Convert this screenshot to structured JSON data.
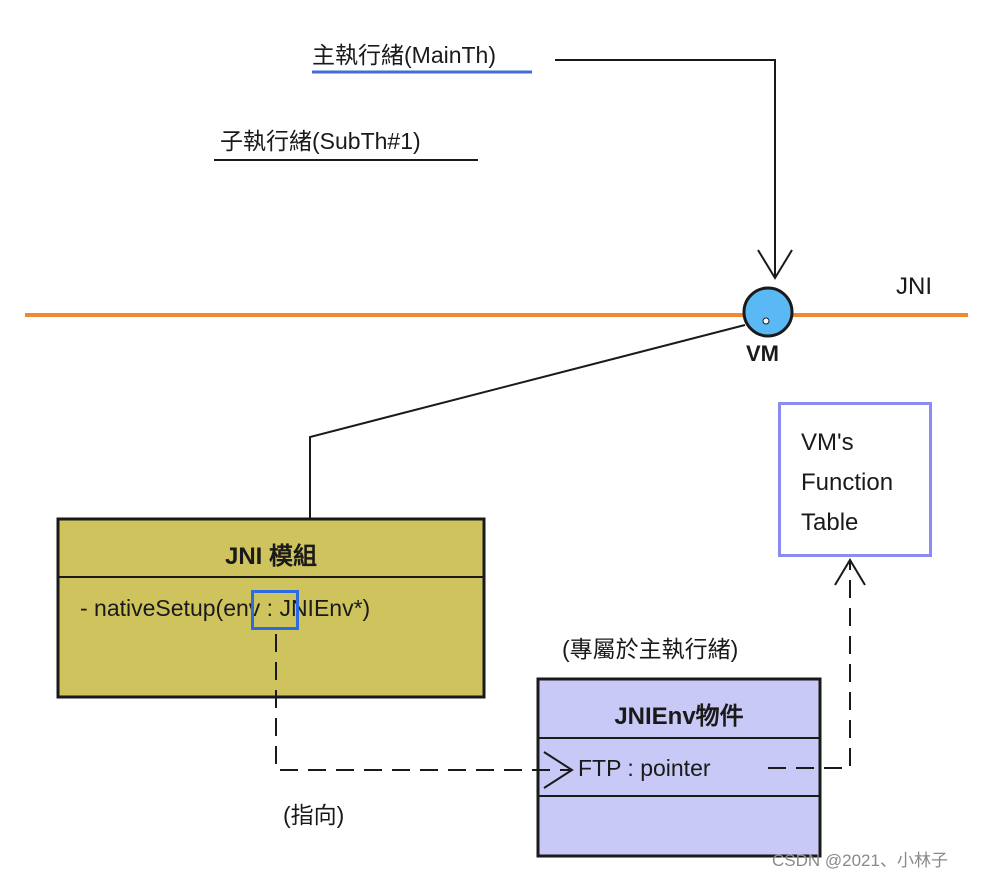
{
  "threads": {
    "main": "主執行緒(MainTh)",
    "sub": "子執行緒(SubTh#1)"
  },
  "jni_line_label": "JNI",
  "vm_label": "VM",
  "function_table": {
    "line1": "VM's",
    "line2": "Function",
    "line3": "Table"
  },
  "jni_module": {
    "title": "JNI 模組",
    "method": "- nativeSetup(env : JNIEnv*)"
  },
  "jnienv_object": {
    "caption": "(專屬於主執行緒)",
    "title": "JNIEnv物件",
    "field": "FTP : pointer"
  },
  "pointer_caption": "(指向)",
  "watermark": "CSDN @2021、小林子",
  "colors": {
    "jni_line": "#f08a30",
    "vm_circle": "#5ab8f5",
    "jni_module_fill": "#cfc35e",
    "jnienv_fill": "#c9c9f7",
    "highlight_box": "#2d6be0",
    "function_table_border": "#8c8cf0",
    "main_thread_underline": "#3f6fd6"
  }
}
